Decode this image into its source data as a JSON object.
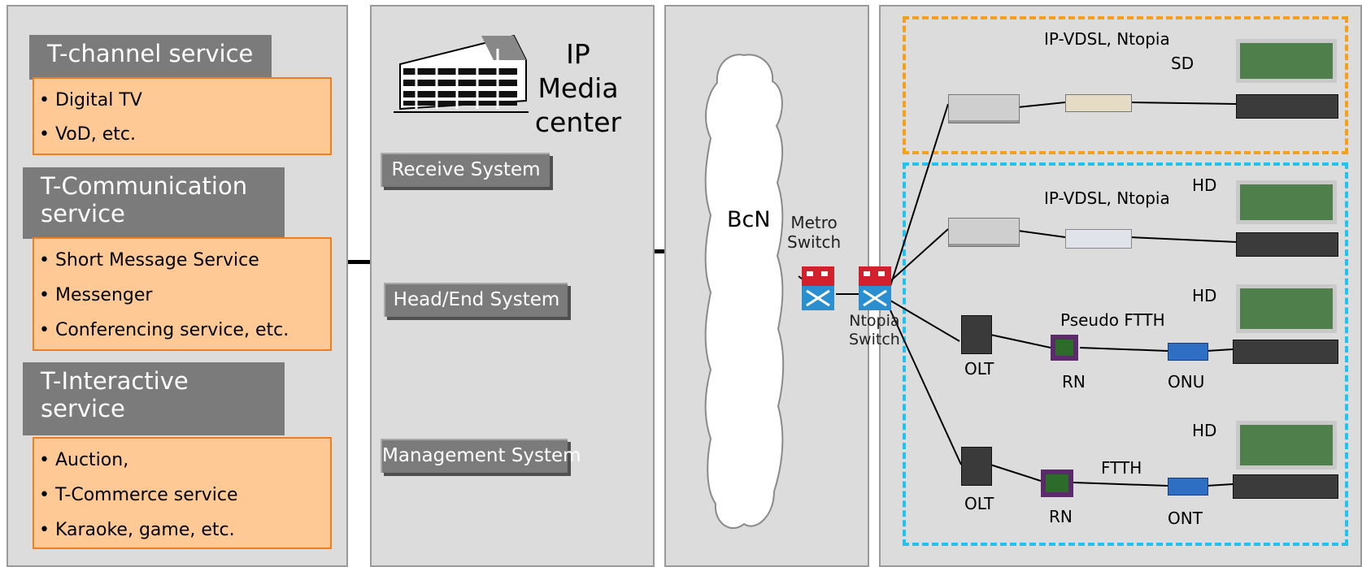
{
  "services": [
    {
      "title_lines": [
        "T-channel service"
      ],
      "items": [
        "• Digital TV",
        "• VoD, etc."
      ]
    },
    {
      "title_lines": [
        "T-Communication",
        "service"
      ],
      "items": [
        "• Short Message Service",
        "• Messenger",
        "• Conferencing service, etc."
      ]
    },
    {
      "title_lines": [
        "T-Interactive",
        "service"
      ],
      "items": [
        "• Auction,",
        "• T-Commerce service",
        "• Karaoke, game, etc."
      ]
    }
  ],
  "media_center": {
    "title_lines": [
      "IP Media",
      "center"
    ],
    "systems": [
      "Receive System",
      "Head/End System",
      "Management System"
    ]
  },
  "network": {
    "cloud_label": "BcN",
    "metro_switch_lines": [
      "Metro",
      "Switch"
    ],
    "ntopia_switch_lines": [
      "Ntopia",
      "Switch"
    ]
  },
  "access": {
    "sd_group": {
      "label": "IP-VDSL, Ntopia",
      "quality": "SD"
    },
    "hd_groups": [
      {
        "label": "IP-VDSL, Ntopia",
        "quality": "HD"
      },
      {
        "label": "Pseudo FTTH",
        "quality": "HD",
        "olt": "OLT",
        "rn": "RN",
        "end": "ONU"
      },
      {
        "label": "FTTH",
        "quality": "HD",
        "olt": "OLT",
        "rn": "RN",
        "end": "ONT"
      }
    ]
  },
  "colors": {
    "panel": "#dcdcdc",
    "header": "#7b7b7b",
    "service_box": "#ffc996",
    "service_border": "#f07d1e",
    "sd_dash": "#f5a01a",
    "hd_dash": "#1ec3f0",
    "switch": "#c8102e"
  }
}
